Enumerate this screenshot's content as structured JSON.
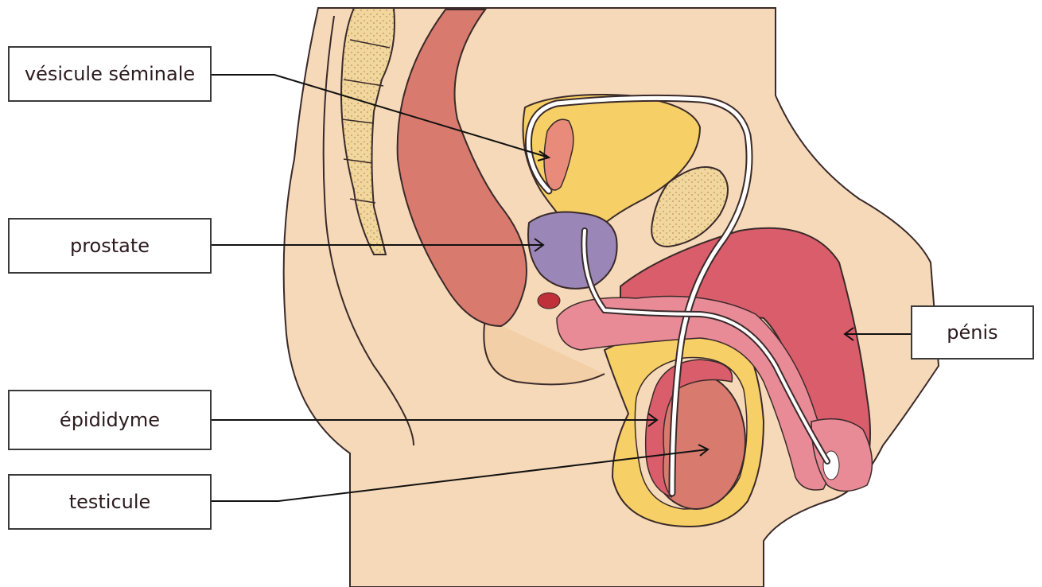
{
  "labels": {
    "vesicule": "vésicule séminale",
    "prostate": "prostate",
    "epididyme": "épididyme",
    "testicule": "testicule",
    "penis": "pénis"
  },
  "colors": {
    "skin": "#f6d9b8",
    "skin_shadow": "#e9bf97",
    "bladder": "#f6cf66",
    "prostate": "#9b86b8",
    "tissue_red": "#d95d6a",
    "rectum": "#d97a6e",
    "bone": "#f1d79d",
    "outline": "#3a2a2a"
  }
}
